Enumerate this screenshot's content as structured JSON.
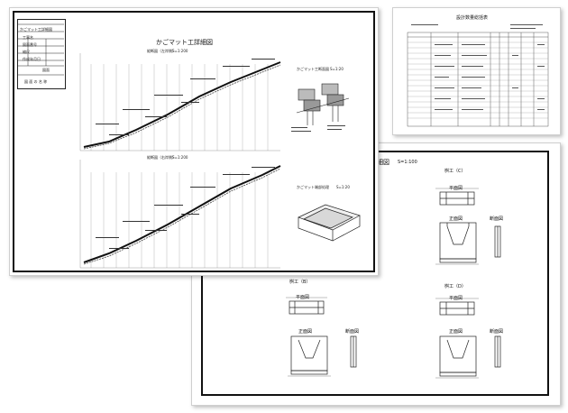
{
  "sheet_main": {
    "title": "かごマット工詳細図",
    "section_top_label": "縦断図（左岸側）",
    "section_top_scale": "S=1:200",
    "section_bottom_label": "縦断図（右岸側）",
    "section_bottom_scale": "S=1:200",
    "detail_label": "かごマット工断面図",
    "detail_scale": "S=1:20",
    "iso_label": "かごマット端部処理",
    "iso_scale": "S=1:20",
    "title_block": {
      "rows": [
        "かごマット工詳細図",
        "工事名",
        "図面番号",
        "縮尺",
        "作成年月日"
      ],
      "name_cell": "図面",
      "stamp": "図 面 の 名 称"
    }
  },
  "sheet_table": {
    "title": "設計数量総括表"
  },
  "sheet_drawing": {
    "title": "詳細図",
    "scale": "S=1:100",
    "groups": [
      {
        "label": "桝工（C）",
        "plan": "平面図",
        "front": "正面図",
        "side": "断面図"
      },
      {
        "label": "桝工（B）",
        "plan": "平面図",
        "front": "正面図",
        "side": "断面図"
      },
      {
        "label": "桝工（D）",
        "plan": "平面図",
        "front": "正面図",
        "side": "断面図"
      }
    ]
  }
}
